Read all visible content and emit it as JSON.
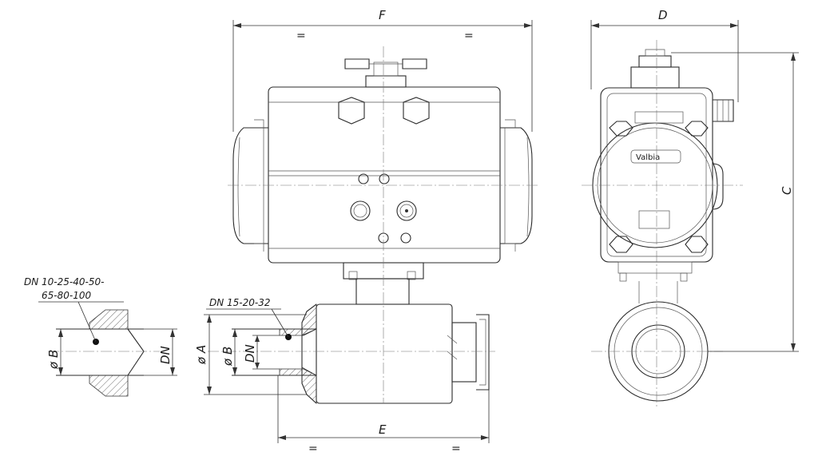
{
  "labels": {
    "f": "F",
    "d": "D",
    "c": "C",
    "e": "E",
    "eq": "=",
    "dn_list_1": "DN 10-25-40-50-",
    "dn_list_2": "65-80-100",
    "dn_list_small": "DN 15-20-32",
    "phi_b": "ø B",
    "phi_a": "ø A",
    "dn": "DN",
    "brand": "Valbia"
  }
}
